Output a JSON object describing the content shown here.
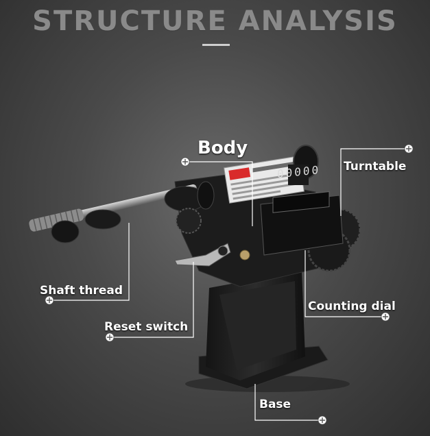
{
  "title": "STRUCTURE ANALYSIS",
  "labels": {
    "body": "Body",
    "turntable": "Turntable",
    "shaft_thread": "Shaft thread",
    "reset_switch": "Reset switch",
    "counting_dial": "Counting dial",
    "base": "Base"
  },
  "counter_digits": "00000",
  "colors": {
    "background": "#4a4a4a",
    "title": "#8a8a8a",
    "label": "#ffffff",
    "machine": "#1e1e1e"
  }
}
